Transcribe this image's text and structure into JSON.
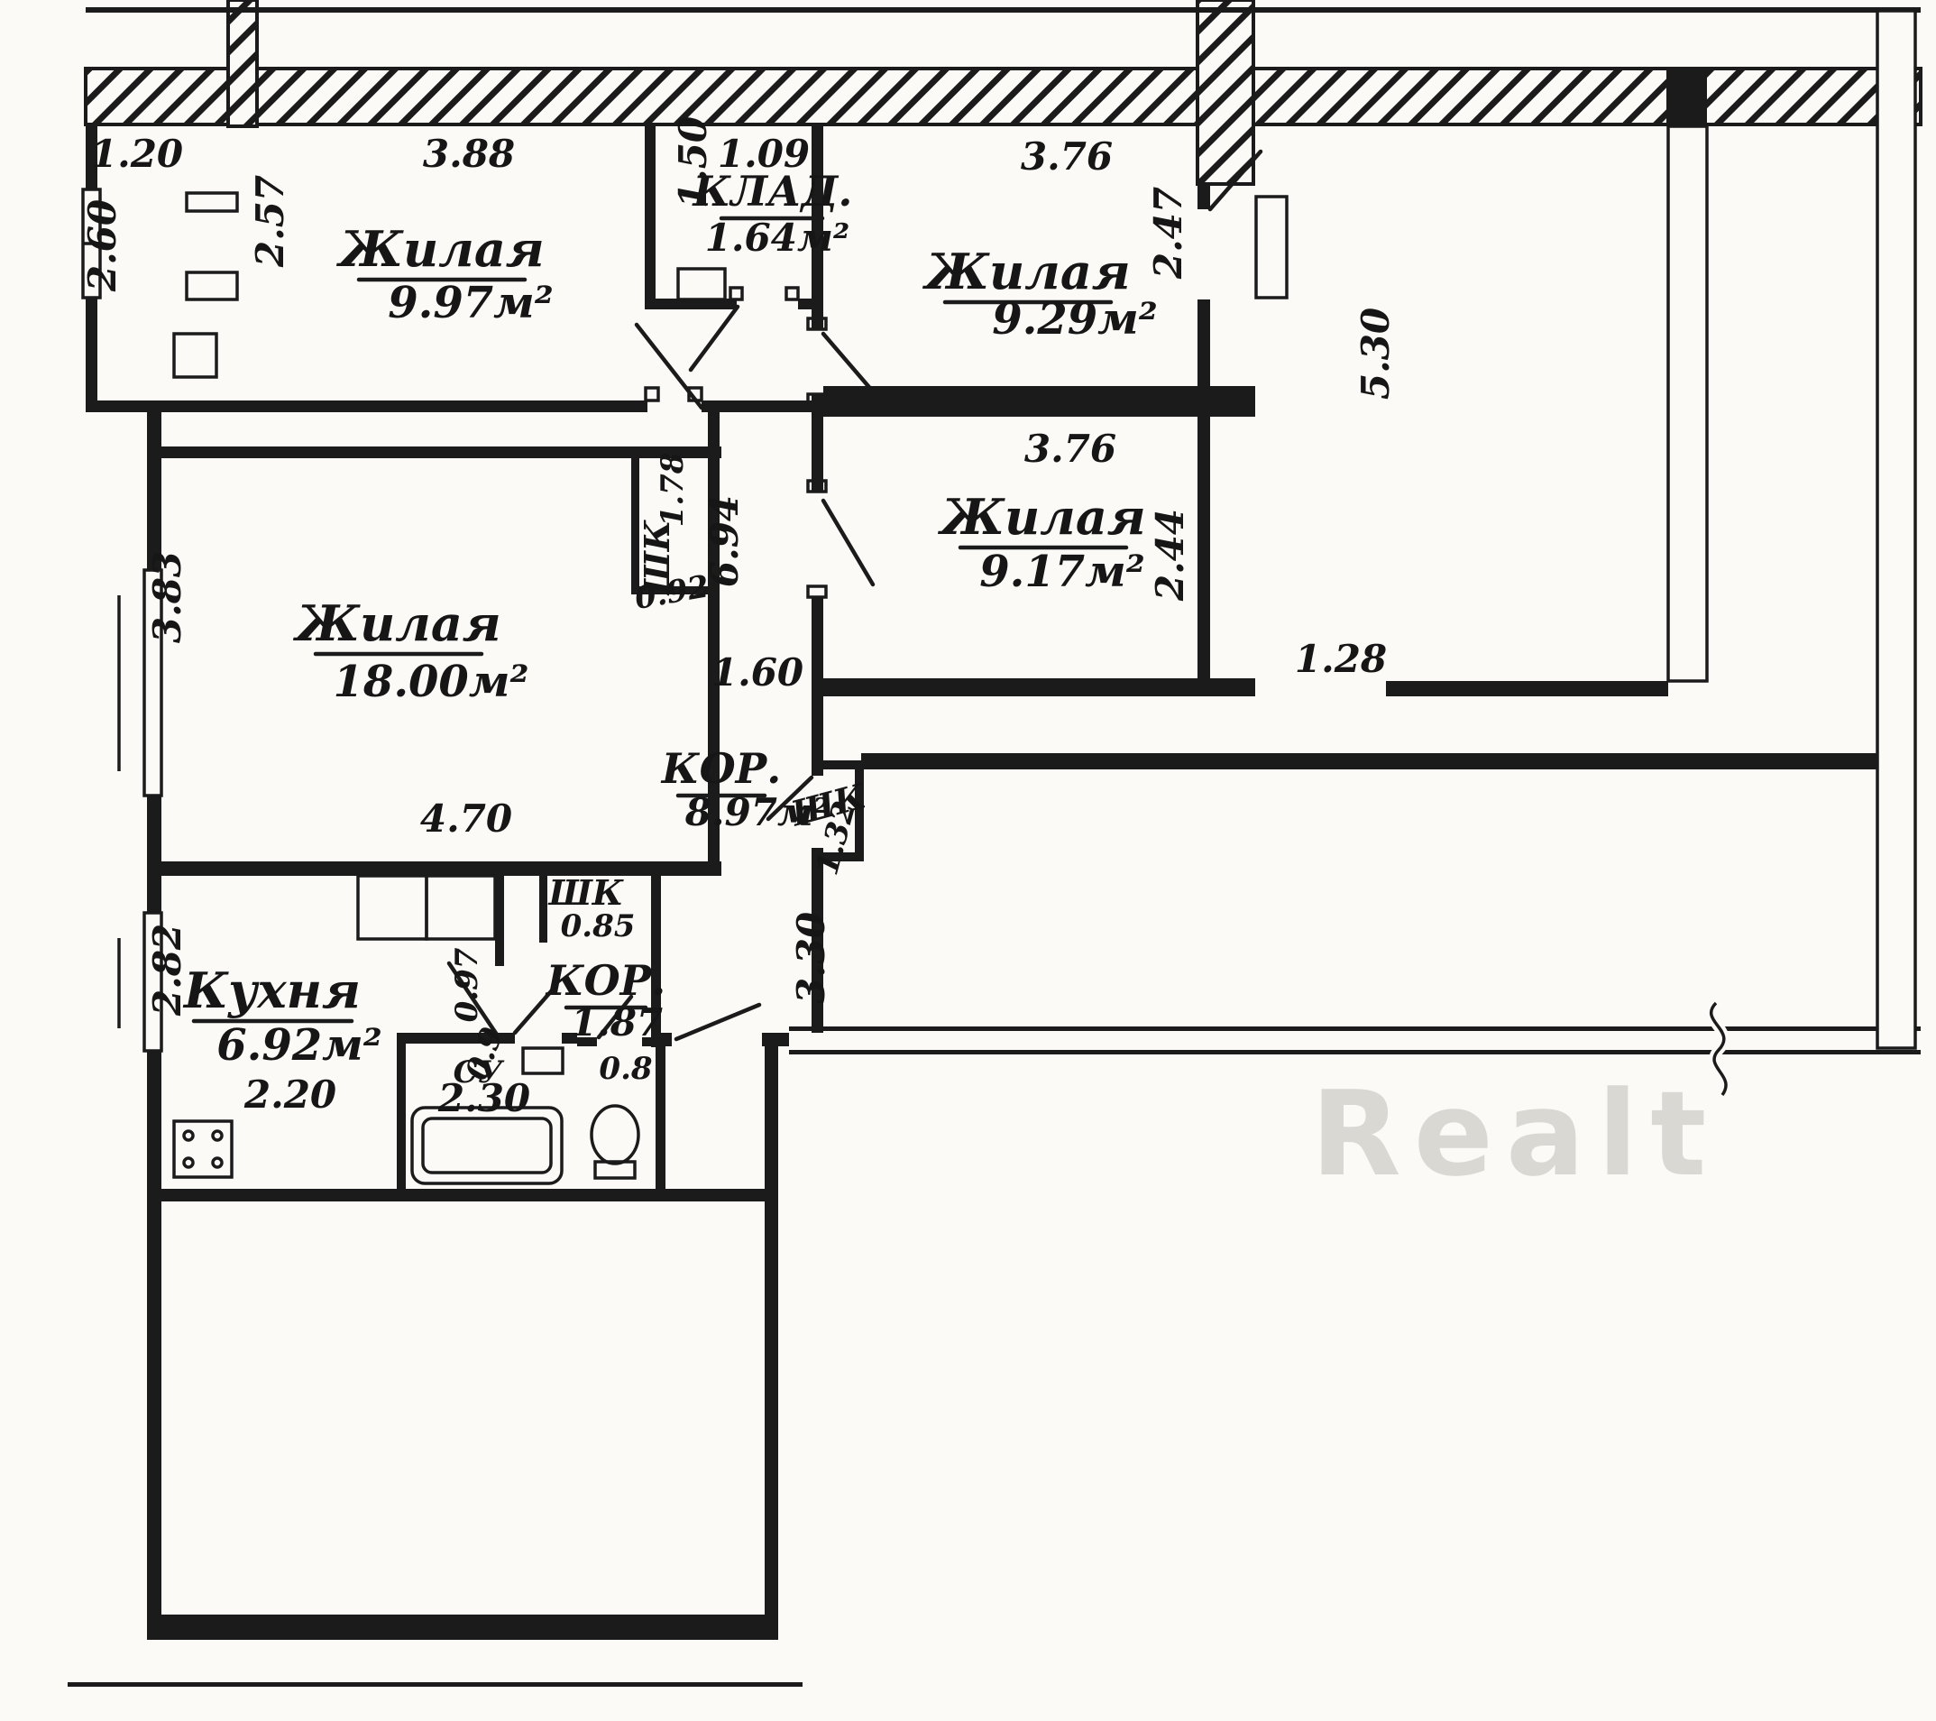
{
  "plan": {
    "watermark": "Realt",
    "rooms": [
      {
        "name": "Жилая",
        "area": "9.97м²"
      },
      {
        "name": "КЛАД.",
        "area": "1.64м²"
      },
      {
        "name": "Жилая",
        "area": "9.29м²"
      },
      {
        "name": "Жилая",
        "area": "9.17м²"
      },
      {
        "name": "Жилая",
        "area": "18.00м²"
      },
      {
        "name": "КОР.",
        "area": "8.97м²"
      },
      {
        "name": "КОР.",
        "area": "1.87"
      },
      {
        "name": "Кухня",
        "area": "6.92м²"
      },
      {
        "name": "ШК",
        "area": "0.92"
      },
      {
        "name": "ШК",
        "area": "0.85"
      },
      {
        "name": "ШК",
        "area": "1.32"
      },
      {
        "name": "СУ",
        "area": "2.30"
      }
    ],
    "dims": {
      "outer_top_left": "1.20",
      "outer_left": "2.60",
      "room1_w": "3.88",
      "room1_h": "2.57",
      "pantry_h": "1.50",
      "pantry_w": "1.09",
      "room2_w": "3.76",
      "room2_h": "2.47",
      "right_side_h": "5.30",
      "room3_w": "3.76",
      "room3_h": "2.44",
      "right_opening": "1.28",
      "room4_h": "3.83",
      "room4_w": "4.70",
      "closet1_h": "1.78",
      "hall_len": "6.94",
      "hall_w": "1.60",
      "hall_wall": "3.30",
      "kitchen_door": "0.97",
      "kitchen_h": "2.82",
      "kitchen_w": "2.20",
      "bath_door": "0.9",
      "wc_w": "0.8"
    }
  }
}
